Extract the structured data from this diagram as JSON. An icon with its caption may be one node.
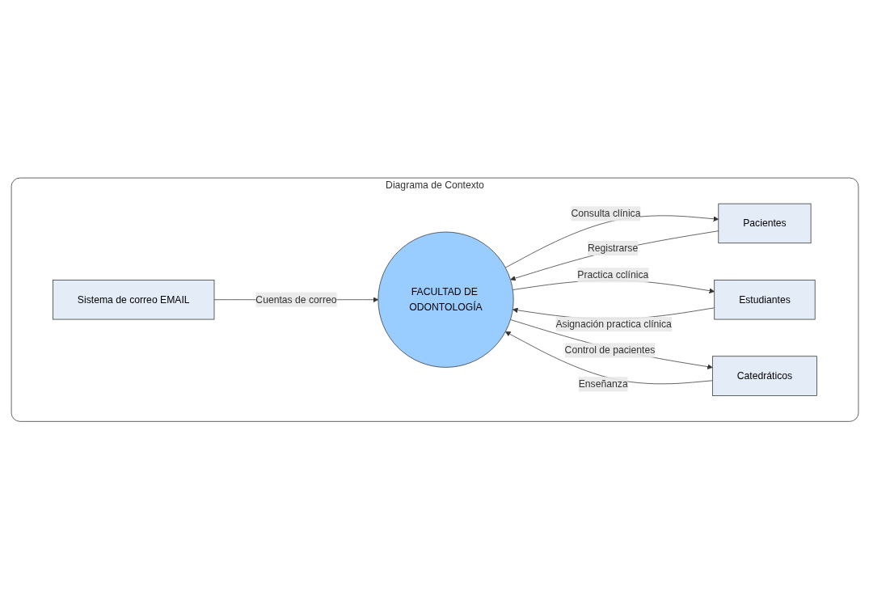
{
  "diagram": {
    "nodes": [
      {
        "text": [
          "Diagrama de Contexto"
        ]
      },
      {
        "text": [
          "Sistema de correo EMAIL"
        ],
        "in": 0
      },
      {
        "text": [
          "Pacientes"
        ],
        "in": 0
      },
      {
        "text": [
          "FACULTAD DE ODONTOLOGÍA"
        ],
        "in": 0
      },
      {
        "text": [
          "Estudiantes"
        ],
        "in": 0
      },
      {
        "text": [
          "Catedráticos"
        ],
        "in": 0
      }
    ],
    "edges": [
      {
        "from": 1,
        "to": 3,
        "arrow": "to",
        "label": "Cuentas de correo"
      },
      {
        "from": 3,
        "to": 2,
        "arrow": "to",
        "label": "Consulta clínica"
      },
      {
        "from": 2,
        "to": 3,
        "arrow": "to",
        "label": "Registrarse"
      },
      {
        "from": 3,
        "to": 4,
        "arrow": "to",
        "label": "Practica cclínica"
      },
      {
        "from": 4,
        "to": 3,
        "arrow": "to",
        "label": "Asignación practica clínica"
      },
      {
        "from": 5,
        "to": 3,
        "arrow": "to",
        "label": "Enseñanza"
      },
      {
        "from": 3,
        "to": 5,
        "arrow": "to",
        "label": "Control de pacientes"
      }
    ]
  }
}
